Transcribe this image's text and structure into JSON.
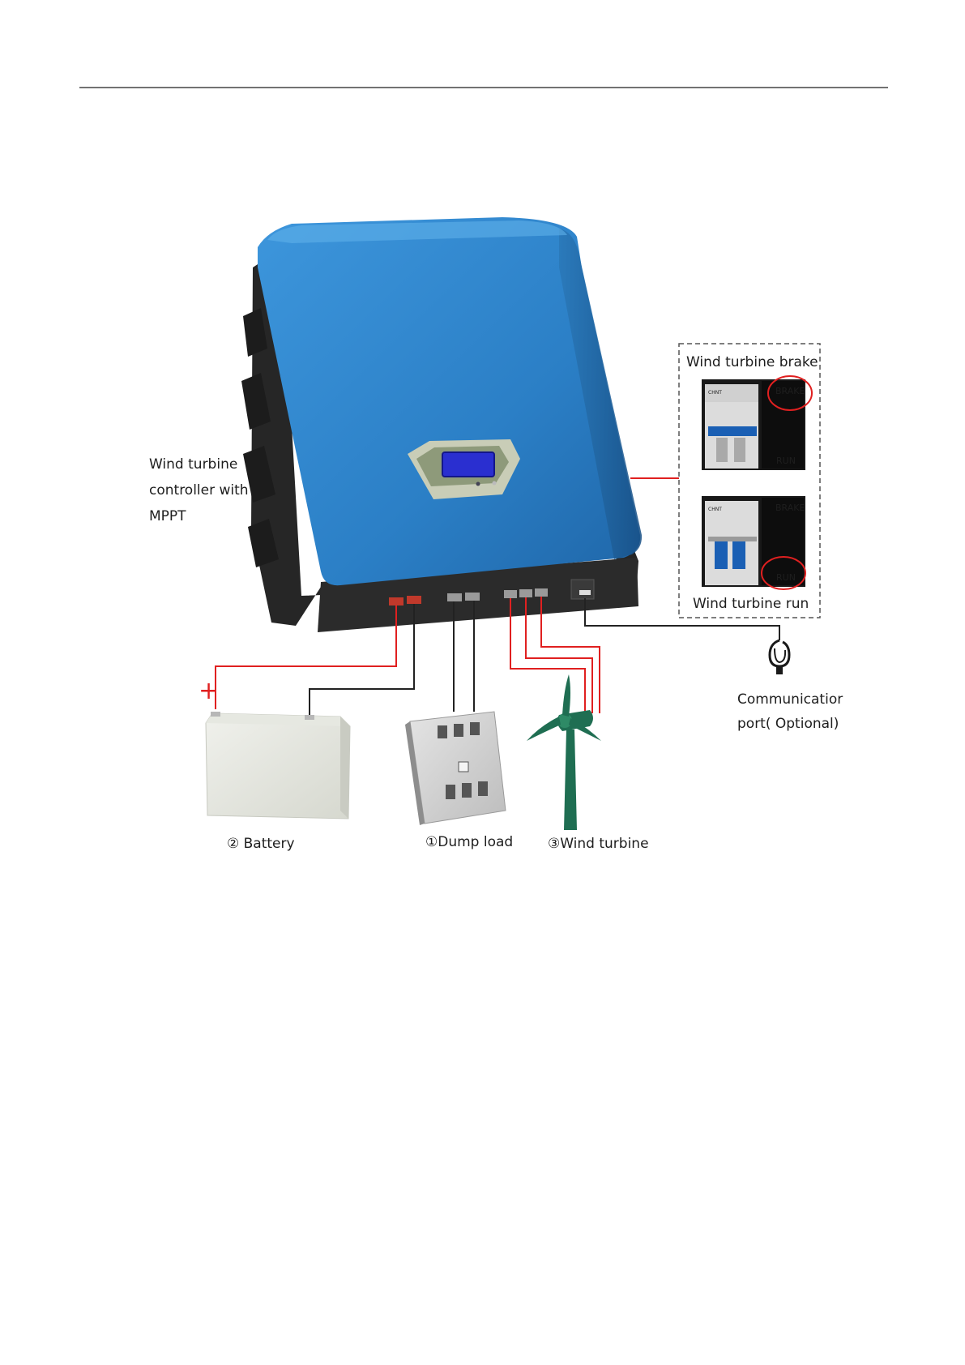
{
  "labels": {
    "controller_line1": "Wind turbine",
    "controller_line2": "controller with",
    "controller_line3": "MPPT",
    "brake_title": "Wind turbine brake",
    "run_title": "Wind turbine run",
    "comm_line1": "Communicatior",
    "comm_line2": "port( Optional)",
    "battery": "② Battery",
    "dump_load": "①Dump load",
    "wind_turbine": "③Wind turbine"
  },
  "switch": {
    "brake_text": "BRAKE",
    "run_text": "RUN",
    "brand_text": "CHNT"
  },
  "symbols": {
    "battery_plus": "+"
  },
  "colors": {
    "housing_blue": "#2b7fc6",
    "housing_dark": "#262626",
    "lcd_blue": "#2a2fd0",
    "wire_red": "#e02020",
    "wire_black": "#222222",
    "turbine_green": "#1f6e52",
    "highlight_circle": "#e02020"
  }
}
